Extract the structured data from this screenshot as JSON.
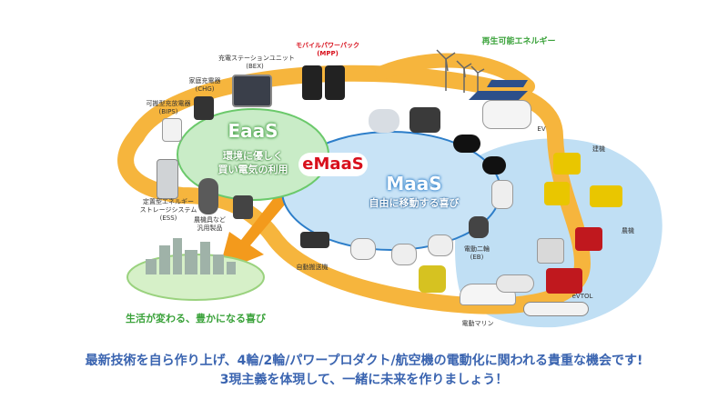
{
  "colors": {
    "loop": "#f6b53d",
    "eaas_fill": "#c9ecc7",
    "eaas_stroke": "#6bc96b",
    "maas_fill": "#c8e3f6",
    "maas_stroke": "#2d7ec9",
    "right_cloud": "#b9dbf3",
    "emaas_bg": "#ffffff",
    "emaas_text": "#d8101c",
    "footer_text": "#3a64b0",
    "renewable_text": "#3aa23a",
    "life_text": "#3aa23a"
  },
  "eaas": {
    "title": "EaaS",
    "subtitle_line1": "環境に優しく",
    "subtitle_line2": "買い電気の利用"
  },
  "maas": {
    "title": "MaaS",
    "subtitle": "自由に移動する喜び"
  },
  "emaas": {
    "label": "eMaaS"
  },
  "renewable": {
    "label": "再生可能エネルギー"
  },
  "life": {
    "label": "生活が変わる、豊かになる喜び"
  },
  "products": {
    "mpp_line1": "モバイルパワーパック",
    "mpp_line2": "(MPP)",
    "bex_line1": "充電ステーションユニット",
    "bex_line2": "(BEX)",
    "chg_line1": "家庭充電器",
    "chg_line2": "(CHG)",
    "bips_line1": "可搬型充放電器",
    "bips_line2": "(BIPS)",
    "ess_line1": "定置型エネルギー",
    "ess_line2": "ストレージシステム",
    "ess_line3": "(ESS)",
    "farm_line1": "農機具など",
    "farm_line2": "汎用製品",
    "agv": "自動搬送機",
    "ev": "EV",
    "construction": "建機",
    "agri": "農機",
    "eb_line1": "電動二輪",
    "eb_line2": "(EB)",
    "marine": "電動マリン",
    "evtol": "eVTOL"
  },
  "footer": {
    "line1": "最新技術を自ら作り上げ、4輪/2輪/パワープロダクト/航空機の電動化に関われる貴重な機会です!",
    "line2": "3現主義を体現して、一緒に未来を作りましょう！"
  }
}
